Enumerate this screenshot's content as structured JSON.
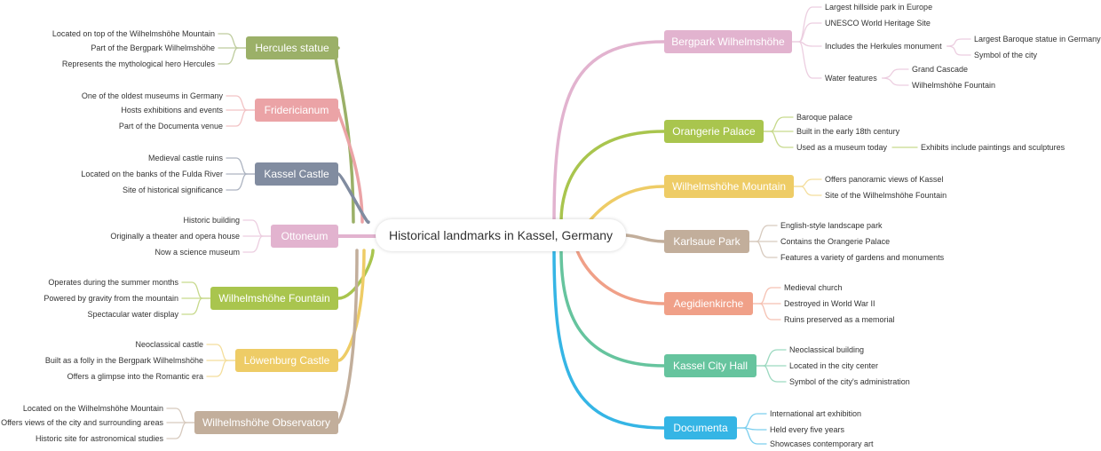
{
  "title": "Historical landmarks in Kassel, Germany",
  "left_branches": [
    {
      "label": "Hercules statue",
      "color": "#9bb068",
      "children": [
        {
          "label": "Located on top of the Wilhelmshöhe Mountain"
        },
        {
          "label": "Part of the Bergpark Wilhelmshöhe"
        },
        {
          "label": "Represents the mythological hero Hercules"
        }
      ]
    },
    {
      "label": "Fridericianum",
      "color": "#eba3a6",
      "children": [
        {
          "label": "One of the oldest museums in Germany"
        },
        {
          "label": "Hosts exhibitions and events"
        },
        {
          "label": "Part of the Documenta venue"
        }
      ]
    },
    {
      "label": "Kassel Castle",
      "color": "#818ca0",
      "children": [
        {
          "label": "Medieval castle ruins"
        },
        {
          "label": "Located on the banks of the Fulda River"
        },
        {
          "label": "Site of historical significance"
        }
      ]
    },
    {
      "label": "Ottoneum",
      "color": "#e2b3cf",
      "children": [
        {
          "label": "Historic building"
        },
        {
          "label": "Originally a theater and opera house"
        },
        {
          "label": "Now a science museum"
        }
      ]
    },
    {
      "label": "Wilhelmshöhe Fountain",
      "color": "#a9c54e",
      "children": [
        {
          "label": "Operates during the summer months"
        },
        {
          "label": "Powered by gravity from the mountain"
        },
        {
          "label": "Spectacular water display"
        }
      ]
    },
    {
      "label": "Löwenburg Castle",
      "color": "#eecc66",
      "children": [
        {
          "label": "Neoclassical castle"
        },
        {
          "label": "Built as a folly in the Bergpark Wilhelmshöhe"
        },
        {
          "label": "Offers a glimpse into the Romantic era"
        }
      ]
    },
    {
      "label": "Wilhelmshöhe Observatory",
      "color": "#c2ae9b",
      "children": [
        {
          "label": "Located on the Wilhelmshöhe Mountain"
        },
        {
          "label": "Offers views of the city and surrounding areas"
        },
        {
          "label": "Historic site for astronomical studies"
        }
      ]
    }
  ],
  "right_branches": [
    {
      "label": "Bergpark Wilhelmshöhe",
      "color": "#e2b3cf",
      "children": [
        {
          "label": "Largest hillside park in Europe"
        },
        {
          "label": "UNESCO World Heritage Site"
        },
        {
          "label": "Includes the Herkules monument",
          "children": [
            {
              "label": "Largest Baroque statue in Germany"
            },
            {
              "label": "Symbol of the city"
            }
          ]
        },
        {
          "label": "Water features",
          "children": [
            {
              "label": "Grand Cascade"
            },
            {
              "label": "Wilhelmshöhe Fountain"
            }
          ]
        }
      ]
    },
    {
      "label": "Orangerie Palace",
      "color": "#a9c54e",
      "children": [
        {
          "label": "Baroque palace"
        },
        {
          "label": "Built in the early 18th century"
        },
        {
          "label": "Used as a museum today",
          "children": [
            {
              "label": "Exhibits include paintings and sculptures"
            }
          ]
        }
      ]
    },
    {
      "label": "Wilhelmshöhe Mountain",
      "color": "#eecc66",
      "children": [
        {
          "label": "Offers panoramic views of Kassel"
        },
        {
          "label": "Site of the Wilhelmshöhe Fountain"
        }
      ]
    },
    {
      "label": "Karlsaue Park",
      "color": "#c2ae9b",
      "children": [
        {
          "label": "English-style landscape park"
        },
        {
          "label": "Contains the Orangerie Palace"
        },
        {
          "label": "Features a variety of gardens and monuments"
        }
      ]
    },
    {
      "label": "Aegidienkirche",
      "color": "#f0a088",
      "children": [
        {
          "label": "Medieval church"
        },
        {
          "label": "Destroyed in World War II"
        },
        {
          "label": "Ruins preserved as a memorial"
        }
      ]
    },
    {
      "label": "Kassel City Hall",
      "color": "#66c49e",
      "children": [
        {
          "label": "Neoclassical building"
        },
        {
          "label": "Located in the city center"
        },
        {
          "label": "Symbol of the city's administration"
        }
      ]
    },
    {
      "label": "Documenta",
      "color": "#35b5e5",
      "children": [
        {
          "label": "International art exhibition"
        },
        {
          "label": "Held every five years"
        },
        {
          "label": "Showcases contemporary art"
        }
      ]
    }
  ]
}
